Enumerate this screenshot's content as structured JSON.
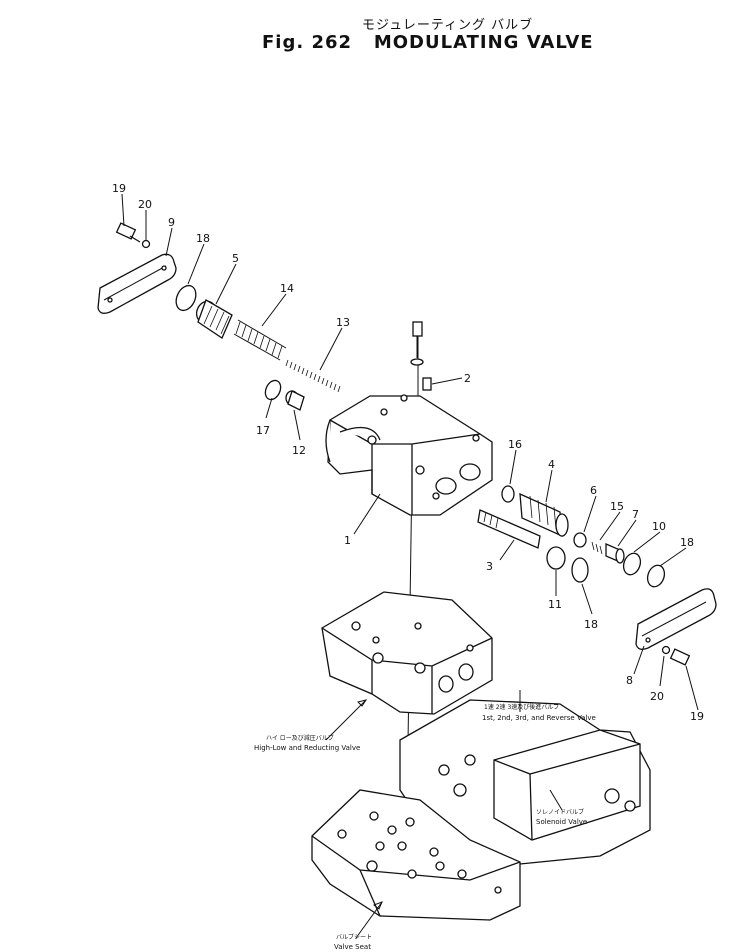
{
  "figure": {
    "title_jp": "モジュレーティング バルブ",
    "fig_label": "Fig. 262",
    "title_en": "MODULATING VALVE"
  },
  "callouts": [
    "19",
    "20",
    "9",
    "18",
    "5",
    "14",
    "13",
    "2",
    "17",
    "12",
    "16",
    "4",
    "6",
    "15",
    "7",
    "10",
    "18",
    "1",
    "3",
    "11",
    "18",
    "8",
    "20",
    "19"
  ],
  "assembly_labels": {
    "speed_valve_jp": "1速 2速 3速及び後進バルブ",
    "speed_valve_en": "1st, 2nd, 3rd, and Reverse Valve",
    "hilo_jp": "ハイ ロー及び減圧バルブ",
    "hilo_en": "High-Low and Reducting Valve",
    "solenoid_jp": "ソレノイドバルブ",
    "solenoid_en": "Solenoid Valve",
    "seat_jp": "バルブシート",
    "seat_en": "Valve Seat"
  }
}
